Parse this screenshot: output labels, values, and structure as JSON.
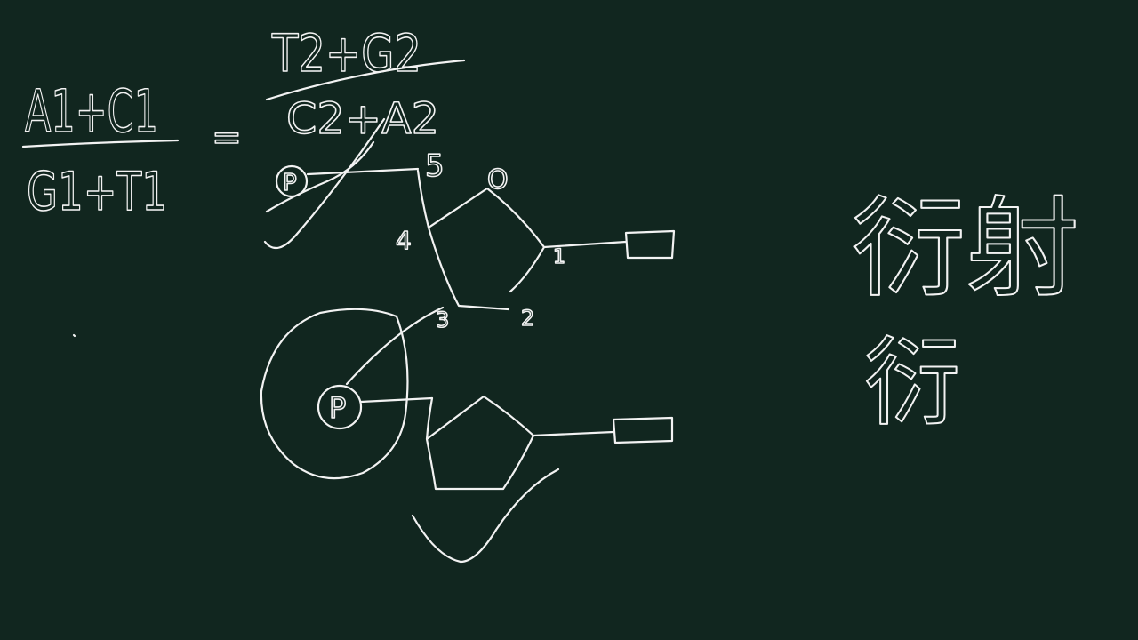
{
  "colors": {
    "board": "#11261f",
    "chalk": "#f2f2f2"
  },
  "left_ratio": {
    "numerator": "A1+C1",
    "denominator": "G1+T1"
  },
  "equals_sign": "=",
  "right_ratio": {
    "numerator": "T2+G2",
    "denominator": "C2+A2"
  },
  "upper_nucleotide": {
    "phosphate": "P",
    "carbon_5_label": "5",
    "ring_oxygen": "O",
    "carbon_4_label": "4",
    "carbon_3_label": "3",
    "carbon_2_label": "2",
    "carbon_1_label": "1"
  },
  "lower_nucleotide": {
    "phosphate": "P"
  },
  "notes": {
    "line_1": "衍射",
    "line_2": "衍"
  }
}
